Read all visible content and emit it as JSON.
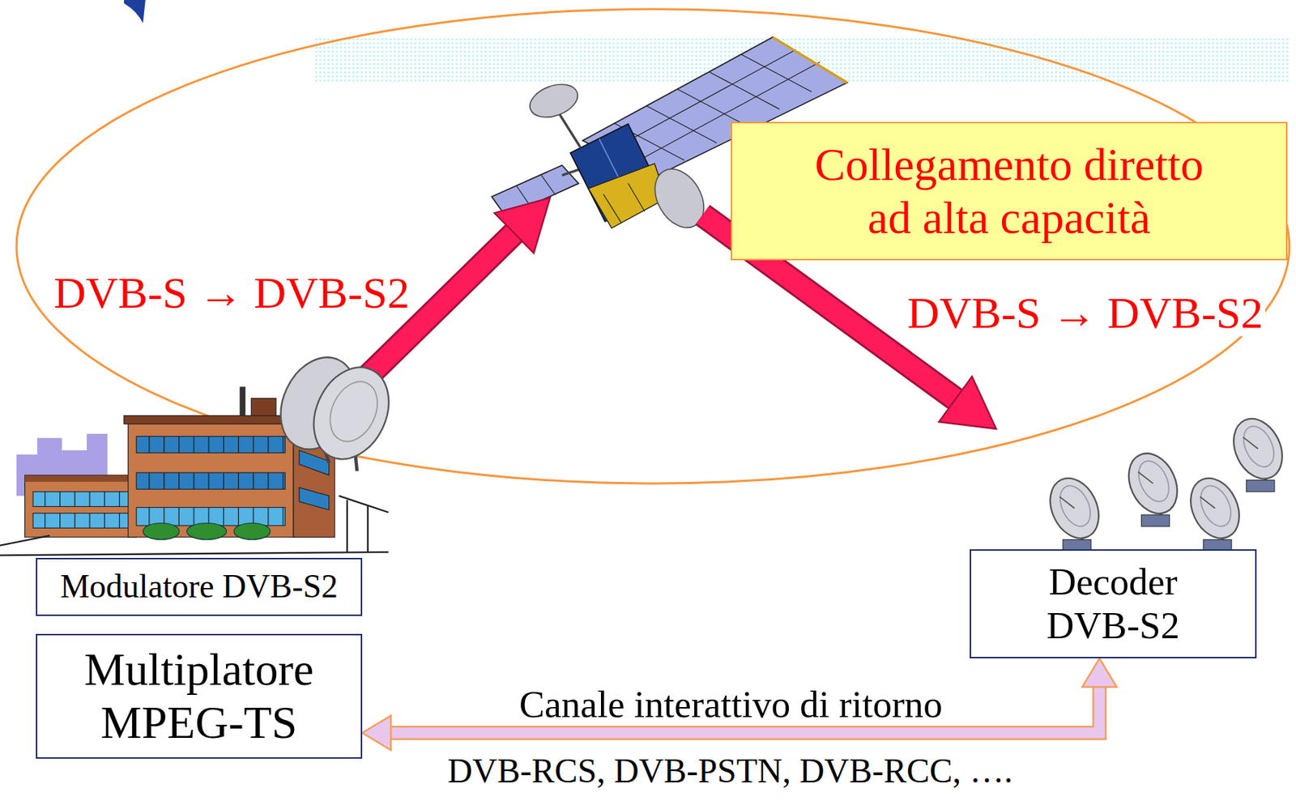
{
  "diagram": {
    "nodes": [
      {
        "text": [
          "Collegamento diretto ad alta capacità"
        ]
      },
      {
        "text": [
          "Modulatore DVB-S2"
        ]
      },
      {
        "text": [
          "Multiplatore MPEG-TS"
        ]
      },
      {
        "text": [
          "Decoder DVB-S2"
        ]
      }
    ],
    "edges": [
      {
        "from": 2,
        "to": 3,
        "arrow": "both",
        "label": "Canale interattivo di ritorno"
      }
    ],
    "labels": [
      "DVB-S → DVB-S2",
      "DVB-S → DVB-S2",
      "DVB-RCS, DVB-PSTN, DVB-RCC, …."
    ]
  }
}
